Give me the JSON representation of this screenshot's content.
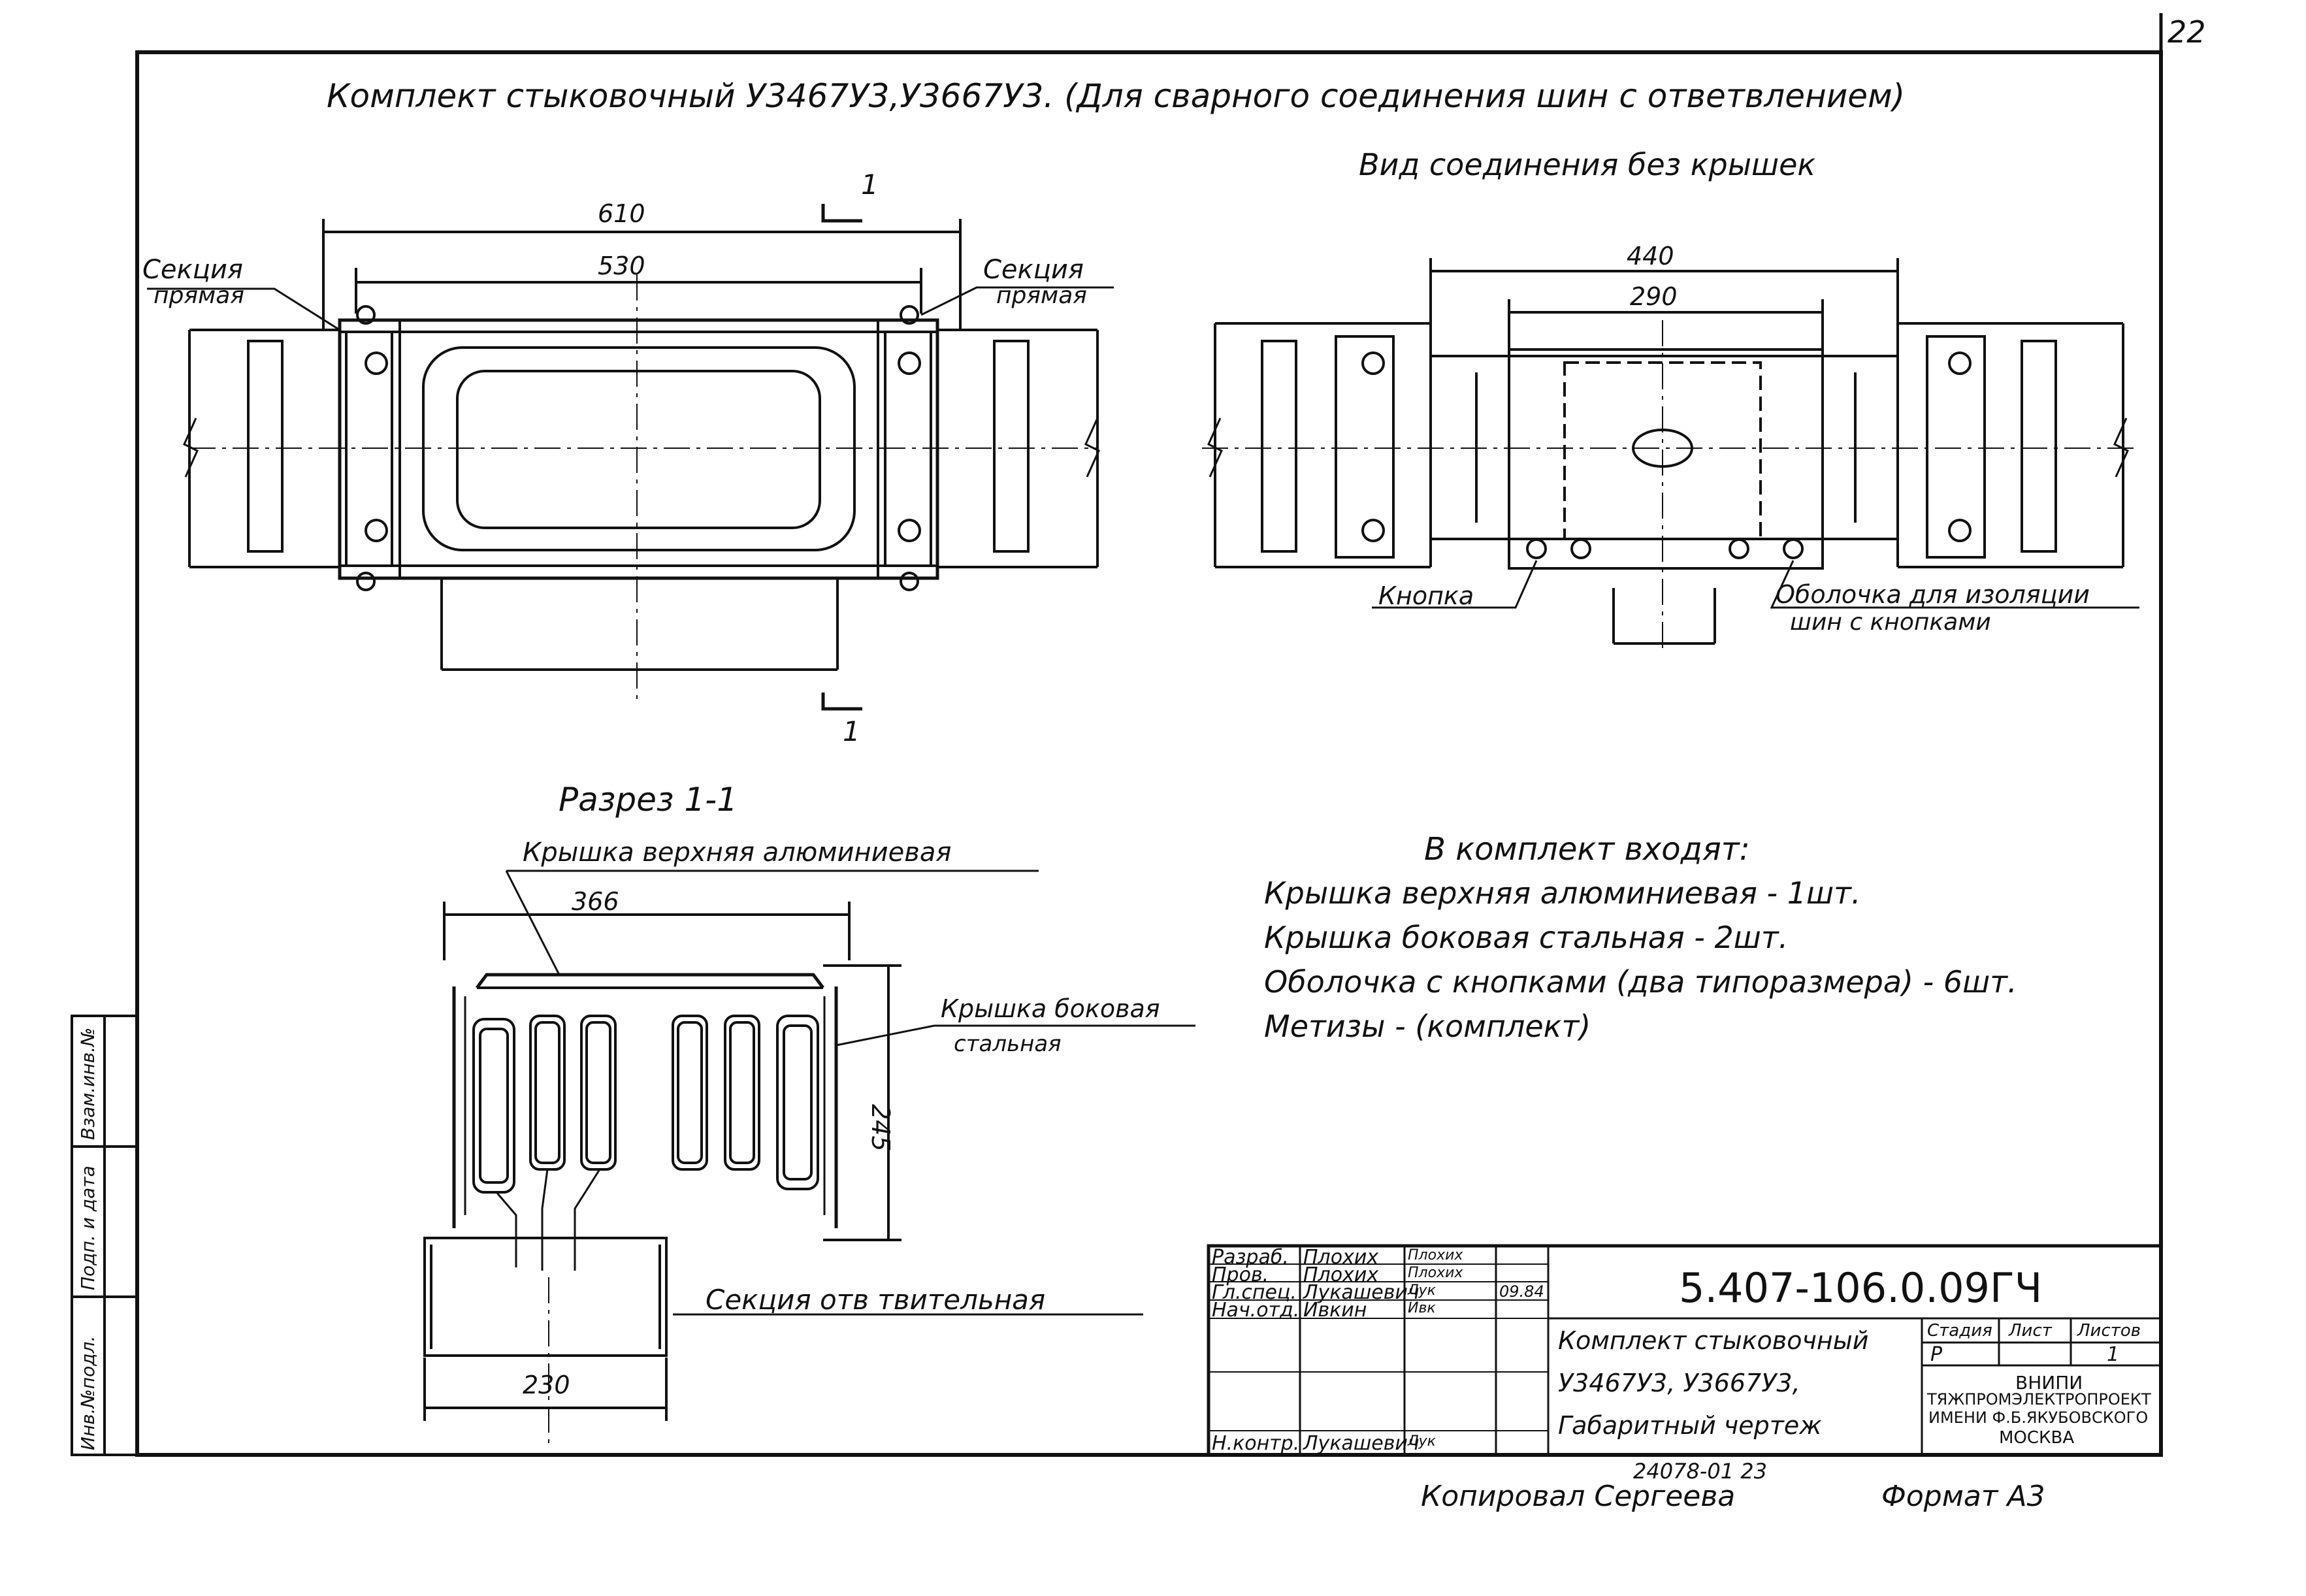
{
  "sheet": {
    "page_number": "22",
    "main_title": "Комплект  стыковочный У3467У3,У3667У3. (Для сварного соединения шин с ответвлением)",
    "view_title": "Вид соединения без крышек",
    "section_title": "Разрез 1-1",
    "section_marks": [
      "1",
      "1"
    ]
  },
  "left_view": {
    "dim_outer": "610",
    "dim_inner": "530",
    "label_straight_left": [
      "Секция",
      "прямая"
    ],
    "label_straight_right": [
      "Секция",
      "прямая"
    ]
  },
  "right_view": {
    "dim_outer": "440",
    "dim_inner": "290",
    "label_button": "Кнопка",
    "label_shell": [
      "Оболочка для изоляции",
      "шин с кнопками"
    ]
  },
  "section_view": {
    "label_top_cover": "Крышка верхняя алюминиевая",
    "dim_width": "366",
    "label_side_cover": [
      "Крышка боковая",
      "стальная"
    ],
    "dim_height": "245",
    "label_branch": "Секция отв твительная",
    "dim_branch": "230"
  },
  "kit_list": {
    "heading": "В комплект входят:",
    "items": [
      "Крышка верхняя алюминиевая   -   1шт.",
      "Крышка боковая стальная        -   2шт.",
      "Оболочка с кнопками (два типоразмера) - 6шт.",
      "Метизы - (комплект)"
    ]
  },
  "side_stamp": [
    "Инв.№подл.",
    "Подп. и дата",
    "Взам.инв.№"
  ],
  "title_block": {
    "doc_code": "5.407-106.0.09ГЧ",
    "rows": [
      {
        "role": "Разраб.",
        "name": "Плохих",
        "sign": "Плохих",
        "date": ""
      },
      {
        "role": "Пров.",
        "name": "Плохих",
        "sign": "Плохих",
        "date": ""
      },
      {
        "role": "Гл.спец.",
        "name": "Лукашевич",
        "sign": "Лук",
        "date": "09.84"
      },
      {
        "role": "Нач.отд.",
        "name": "Ивкин",
        "sign": "Ивк",
        "date": ""
      },
      {
        "role": "",
        "name": "",
        "sign": "",
        "date": ""
      },
      {
        "role": "",
        "name": "",
        "sign": "",
        "date": ""
      },
      {
        "role": "Н.контр.",
        "name": "Лукашевич",
        "sign": "Лук",
        "date": ""
      }
    ],
    "doc_name": [
      "Комплект стыковочный",
      "У3467У3,  У3667У3,",
      "Габаритный чертеж"
    ],
    "stage_header": "Стадия",
    "sheet_header": "Лист",
    "sheets_header": "Листов",
    "stage": "Р",
    "sheets": "1",
    "org": [
      "ВНИПИ",
      "ТЯЖПРОМЭЛЕКТРОПРОЕКТ",
      "ИМЕНИ Ф.Б.ЯКУБОВСКОГО",
      "МОСКВА"
    ]
  },
  "footer": {
    "archive_no": "24078-01  23",
    "copied": "Копировал  Сергеева",
    "format": "Формат А3"
  }
}
